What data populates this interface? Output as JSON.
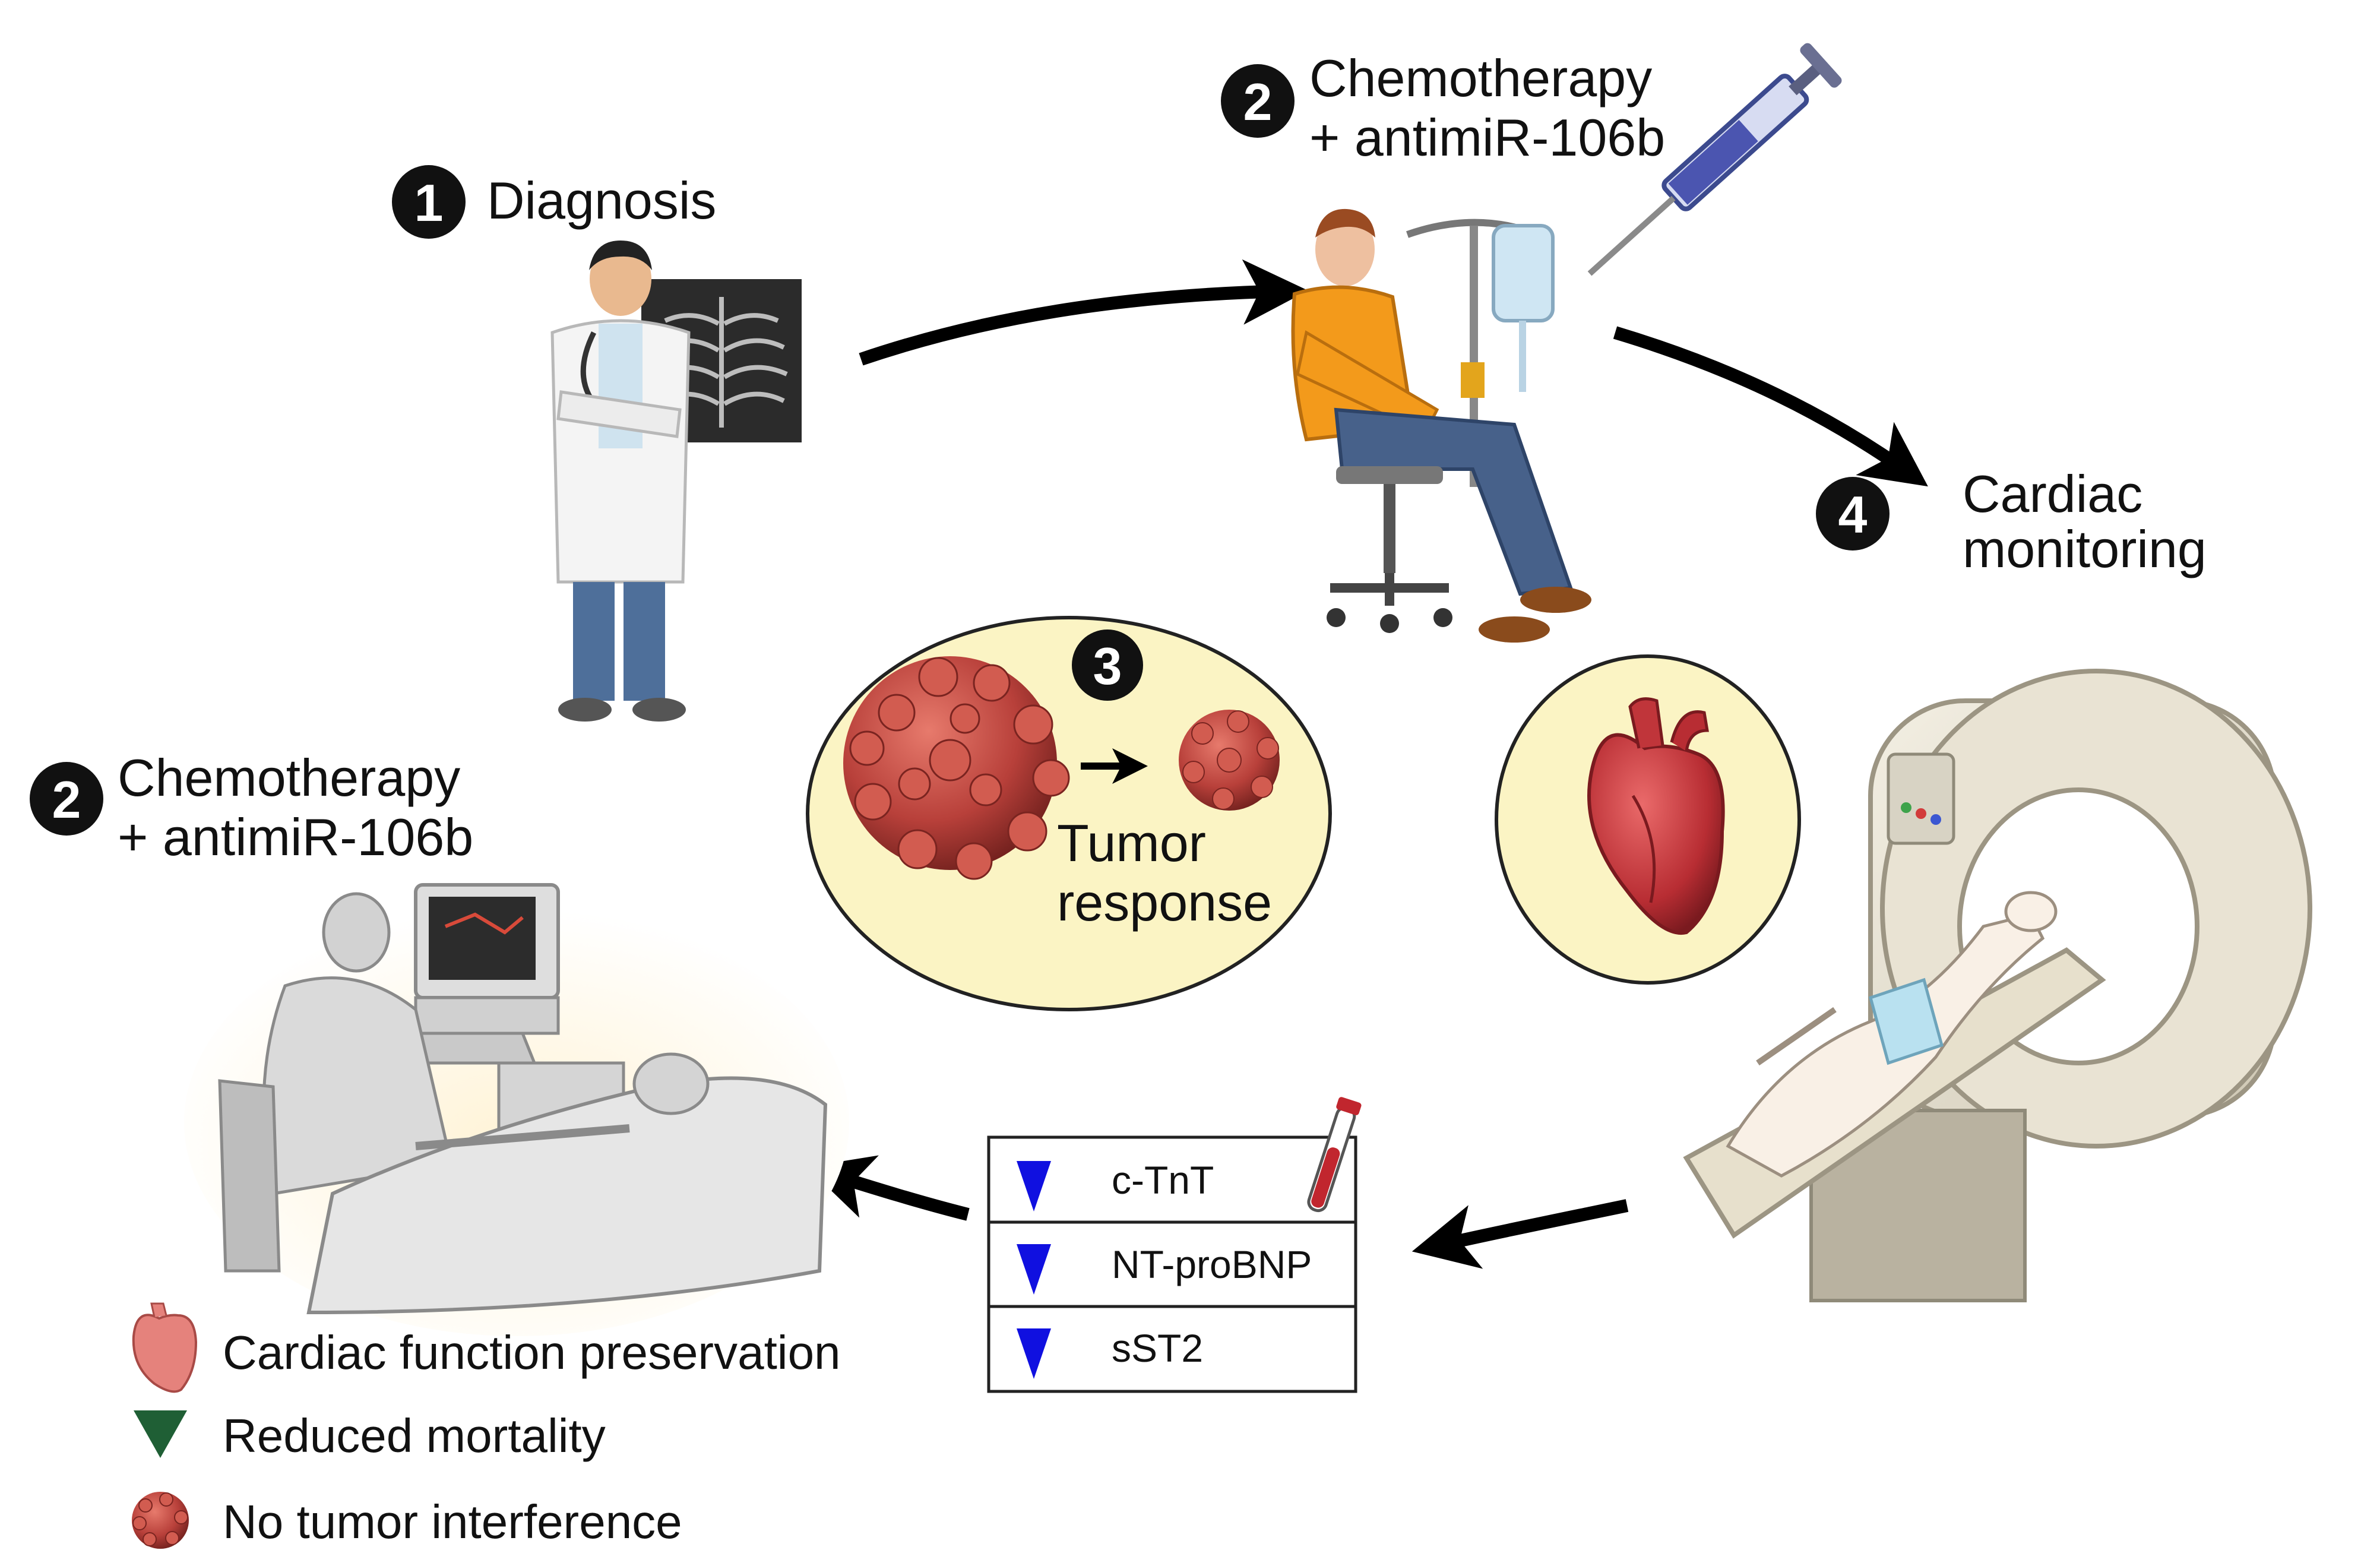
{
  "steps": {
    "diagnosis": {
      "number": "1",
      "label": "Diagnosis"
    },
    "chemo_top": {
      "number": "2",
      "label_line1": "Chemotherapy",
      "label_line2": "+ antimiR-106b"
    },
    "tumor": {
      "number": "3",
      "label_line1": "Tumor",
      "label_line2": "response"
    },
    "cardiac": {
      "number": "4",
      "label_line1": "Cardiac",
      "label_line2": "monitoring"
    },
    "chemo_left": {
      "number": "2",
      "label_line1": "Chemotherapy",
      "label_line2": "+ antimiR-106b"
    }
  },
  "biomarkers": {
    "rows": [
      {
        "label": "c-TnT",
        "trend": "down"
      },
      {
        "label": "NT-proBNP",
        "trend": "down"
      },
      {
        "label": "sST2",
        "trend": "down"
      }
    ]
  },
  "outcomes": {
    "items": [
      {
        "label": "Cardiac function preservation",
        "icon": "heart-icon"
      },
      {
        "label": "Reduced mortality",
        "icon": "down-triangle-icon"
      },
      {
        "label": "No tumor interference",
        "icon": "tumor-cell-icon"
      }
    ]
  },
  "colors": {
    "arrow": "#000000",
    "badge": "#111111",
    "circle_fill": "#fbf4c4",
    "tumor": "#b8403a",
    "heart": "#c0353a",
    "down_marker": "#1010e0",
    "mortality_marker": "#1f5f35",
    "shirt": "#f39a1b",
    "jeans": "#47618a",
    "mri": "#e9e3d3"
  }
}
